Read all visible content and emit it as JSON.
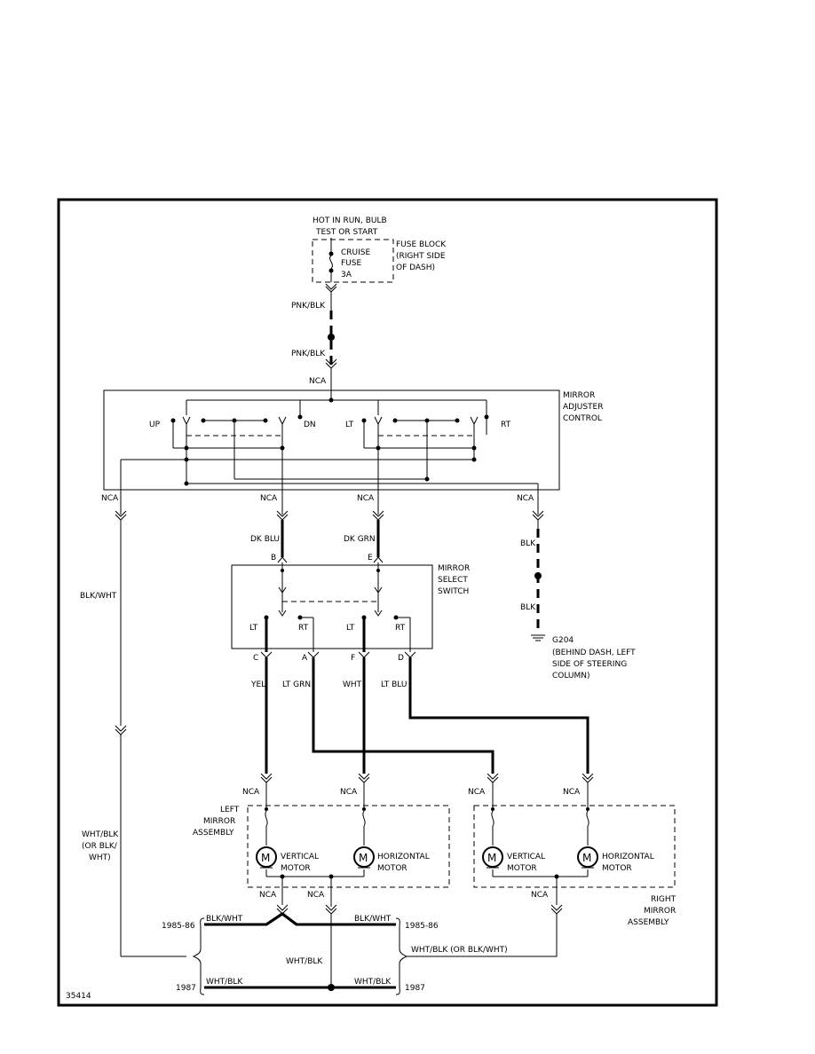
{
  "fuse": {
    "hot_line1": "HOT IN RUN, BULB",
    "hot_line2": "TEST OR START",
    "name_line1": "CRUISE",
    "name_line2": "FUSE",
    "rating": "3A",
    "block_line1": "FUSE BLOCK",
    "block_line2": "(RIGHT SIDE",
    "block_line3": "OF DASH)"
  },
  "wires": {
    "pnk_blk": "PNK/BLK",
    "blk_wht": "BLK/WHT",
    "dk_blu": "DK BLU",
    "dk_grn": "DK GRN",
    "blk": "BLK",
    "yel": "YEL",
    "lt_grn": "LT GRN",
    "wht": "WHT",
    "lt_blu": "LT BLU",
    "wht_blk_or_line1": "WHT/BLK",
    "wht_blk_or_line2": "(OR BLK/",
    "wht_blk_or_line3": "WHT)",
    "wht_blk": "WHT/BLK",
    "wht_blk_or_blk_wht": "WHT/BLK (OR BLK/WHT)"
  },
  "connector_label": "NCA",
  "adjuster": {
    "title_line1": "MIRROR",
    "title_line2": "ADJUSTER",
    "title_line3": "CONTROL",
    "up": "UP",
    "dn": "DN",
    "lt": "LT",
    "rt": "RT"
  },
  "select_switch": {
    "title_line1": "MIRROR",
    "title_line2": "SELECT",
    "title_line3": "SWITCH",
    "pin_b": "B",
    "pin_e": "E",
    "pin_c": "C",
    "pin_a": "A",
    "pin_f": "F",
    "pin_d": "D",
    "lt": "LT",
    "rt": "RT"
  },
  "ground": {
    "id": "G204",
    "line1": "(BEHIND DASH, LEFT",
    "line2": "SIDE OF STEERING",
    "line3": "COLUMN)"
  },
  "left_mirror": {
    "line1": "LEFT",
    "line2": "MIRROR",
    "line3": "ASSEMBLY"
  },
  "right_mirror": {
    "line1": "RIGHT",
    "line2": "MIRROR",
    "line3": "ASSEMBLY"
  },
  "motors": {
    "vertical_1": "VERTICAL",
    "horizontal_1": "HORIZONTAL",
    "motor": "MOTOR",
    "m": "M"
  },
  "years": {
    "y1985_86": "1985-86",
    "y1987": "1987"
  },
  "figure_id": "35414"
}
